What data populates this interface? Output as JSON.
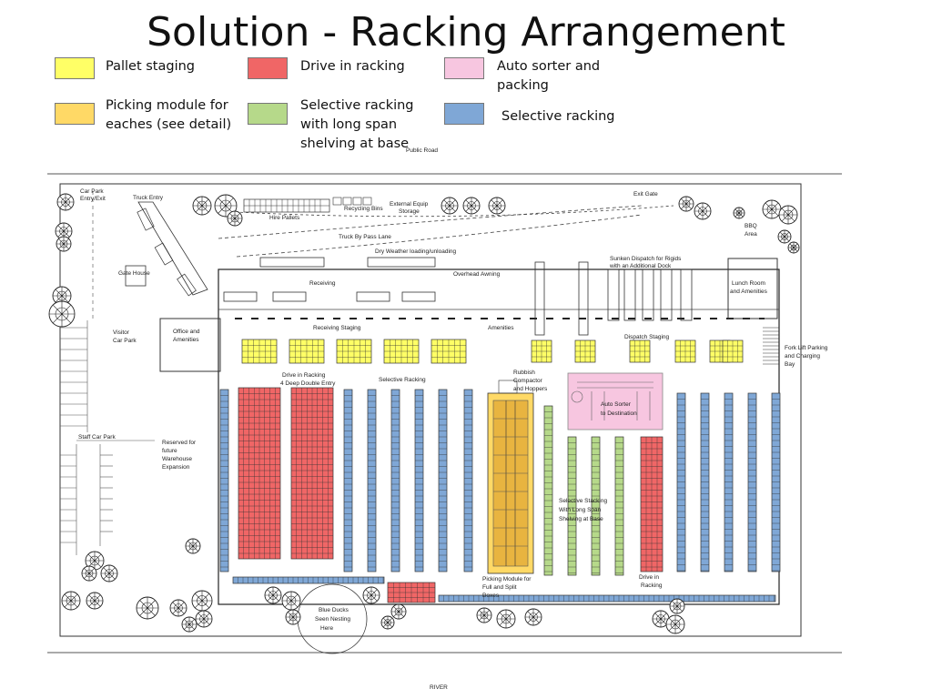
{
  "title": "Solution - Racking Arrangement",
  "legend": [
    {
      "key": "pallet-staging",
      "label": "Pallet staging",
      "color": "#ffff66"
    },
    {
      "key": "drive-in",
      "label": "Drive in racking",
      "color": "#f06666"
    },
    {
      "key": "auto-sorter",
      "label": "Auto sorter and packing",
      "color": "#f7c6e0"
    },
    {
      "key": "picking-module",
      "label": "Picking module for eaches (see detail)",
      "color": "#ffd966"
    },
    {
      "key": "selective-longspan",
      "label": "Selective racking with long span shelving at base",
      "color": "#b6d98a"
    },
    {
      "key": "selective",
      "label": "Selective racking",
      "color": "#7fa7d6"
    }
  ],
  "plan": {
    "public_road": "Public Road",
    "river": "RIVER",
    "car_park_entry": [
      "Car Park",
      "Entry/Exit"
    ],
    "truck_entry": "Truck Entry",
    "hire_pallets": "Hire Pallets",
    "recycling_bins": "Recycling Bins",
    "external_equip": [
      "External Equip",
      "Storage"
    ],
    "exit_gate": "Exit Gate",
    "bbq_area": [
      "BBQ",
      "Area"
    ],
    "truck_bypass": "Truck By Pass Lane",
    "dry_weather": "Dry Weather loading/unloading",
    "overhead_awning": "Overhead Awning",
    "sunken_dispatch": [
      "Sunken Dispatch for Rigids",
      "with an Additional Dock"
    ],
    "gate_house": "Gate House",
    "receiving": "Receiving",
    "lunch_room": [
      "Lunch Room",
      "and Amenities"
    ],
    "visitor_car_park": [
      "Visitor",
      "Car Park"
    ],
    "office": [
      "Office and",
      "Amenities"
    ],
    "receiving_staging": "Receiving Staging",
    "amenities": "Amenities",
    "dispatch_staging": "Dispatch Staging",
    "fork_lift": [
      "Fork Lift Parking",
      "and Charging",
      "Bay"
    ],
    "drive_in_label": [
      "Drive in Racking",
      "4 Deep Double Entry"
    ],
    "selective_label": "Selective Racking",
    "rubbish": [
      "Rubbish",
      "Compactor",
      "and Hoppers"
    ],
    "auto_sorter": [
      "Auto Sorter",
      "to Destination"
    ],
    "staff_car_park": "Staff Car Park",
    "reserved": [
      "Reserved for",
      "future",
      "Warehouse",
      "Expansion"
    ],
    "selective_stacking": [
      "Selective Stacking",
      "With Long Span",
      "Shelving at Base"
    ],
    "picking_module": [
      "Picking Module for",
      "Full and Split",
      "Boxes"
    ],
    "drive_in_bottom": [
      "Drive in",
      "Racking"
    ],
    "blue_ducks": [
      "Blue Ducks",
      "Seen Nesting",
      "Here"
    ]
  }
}
